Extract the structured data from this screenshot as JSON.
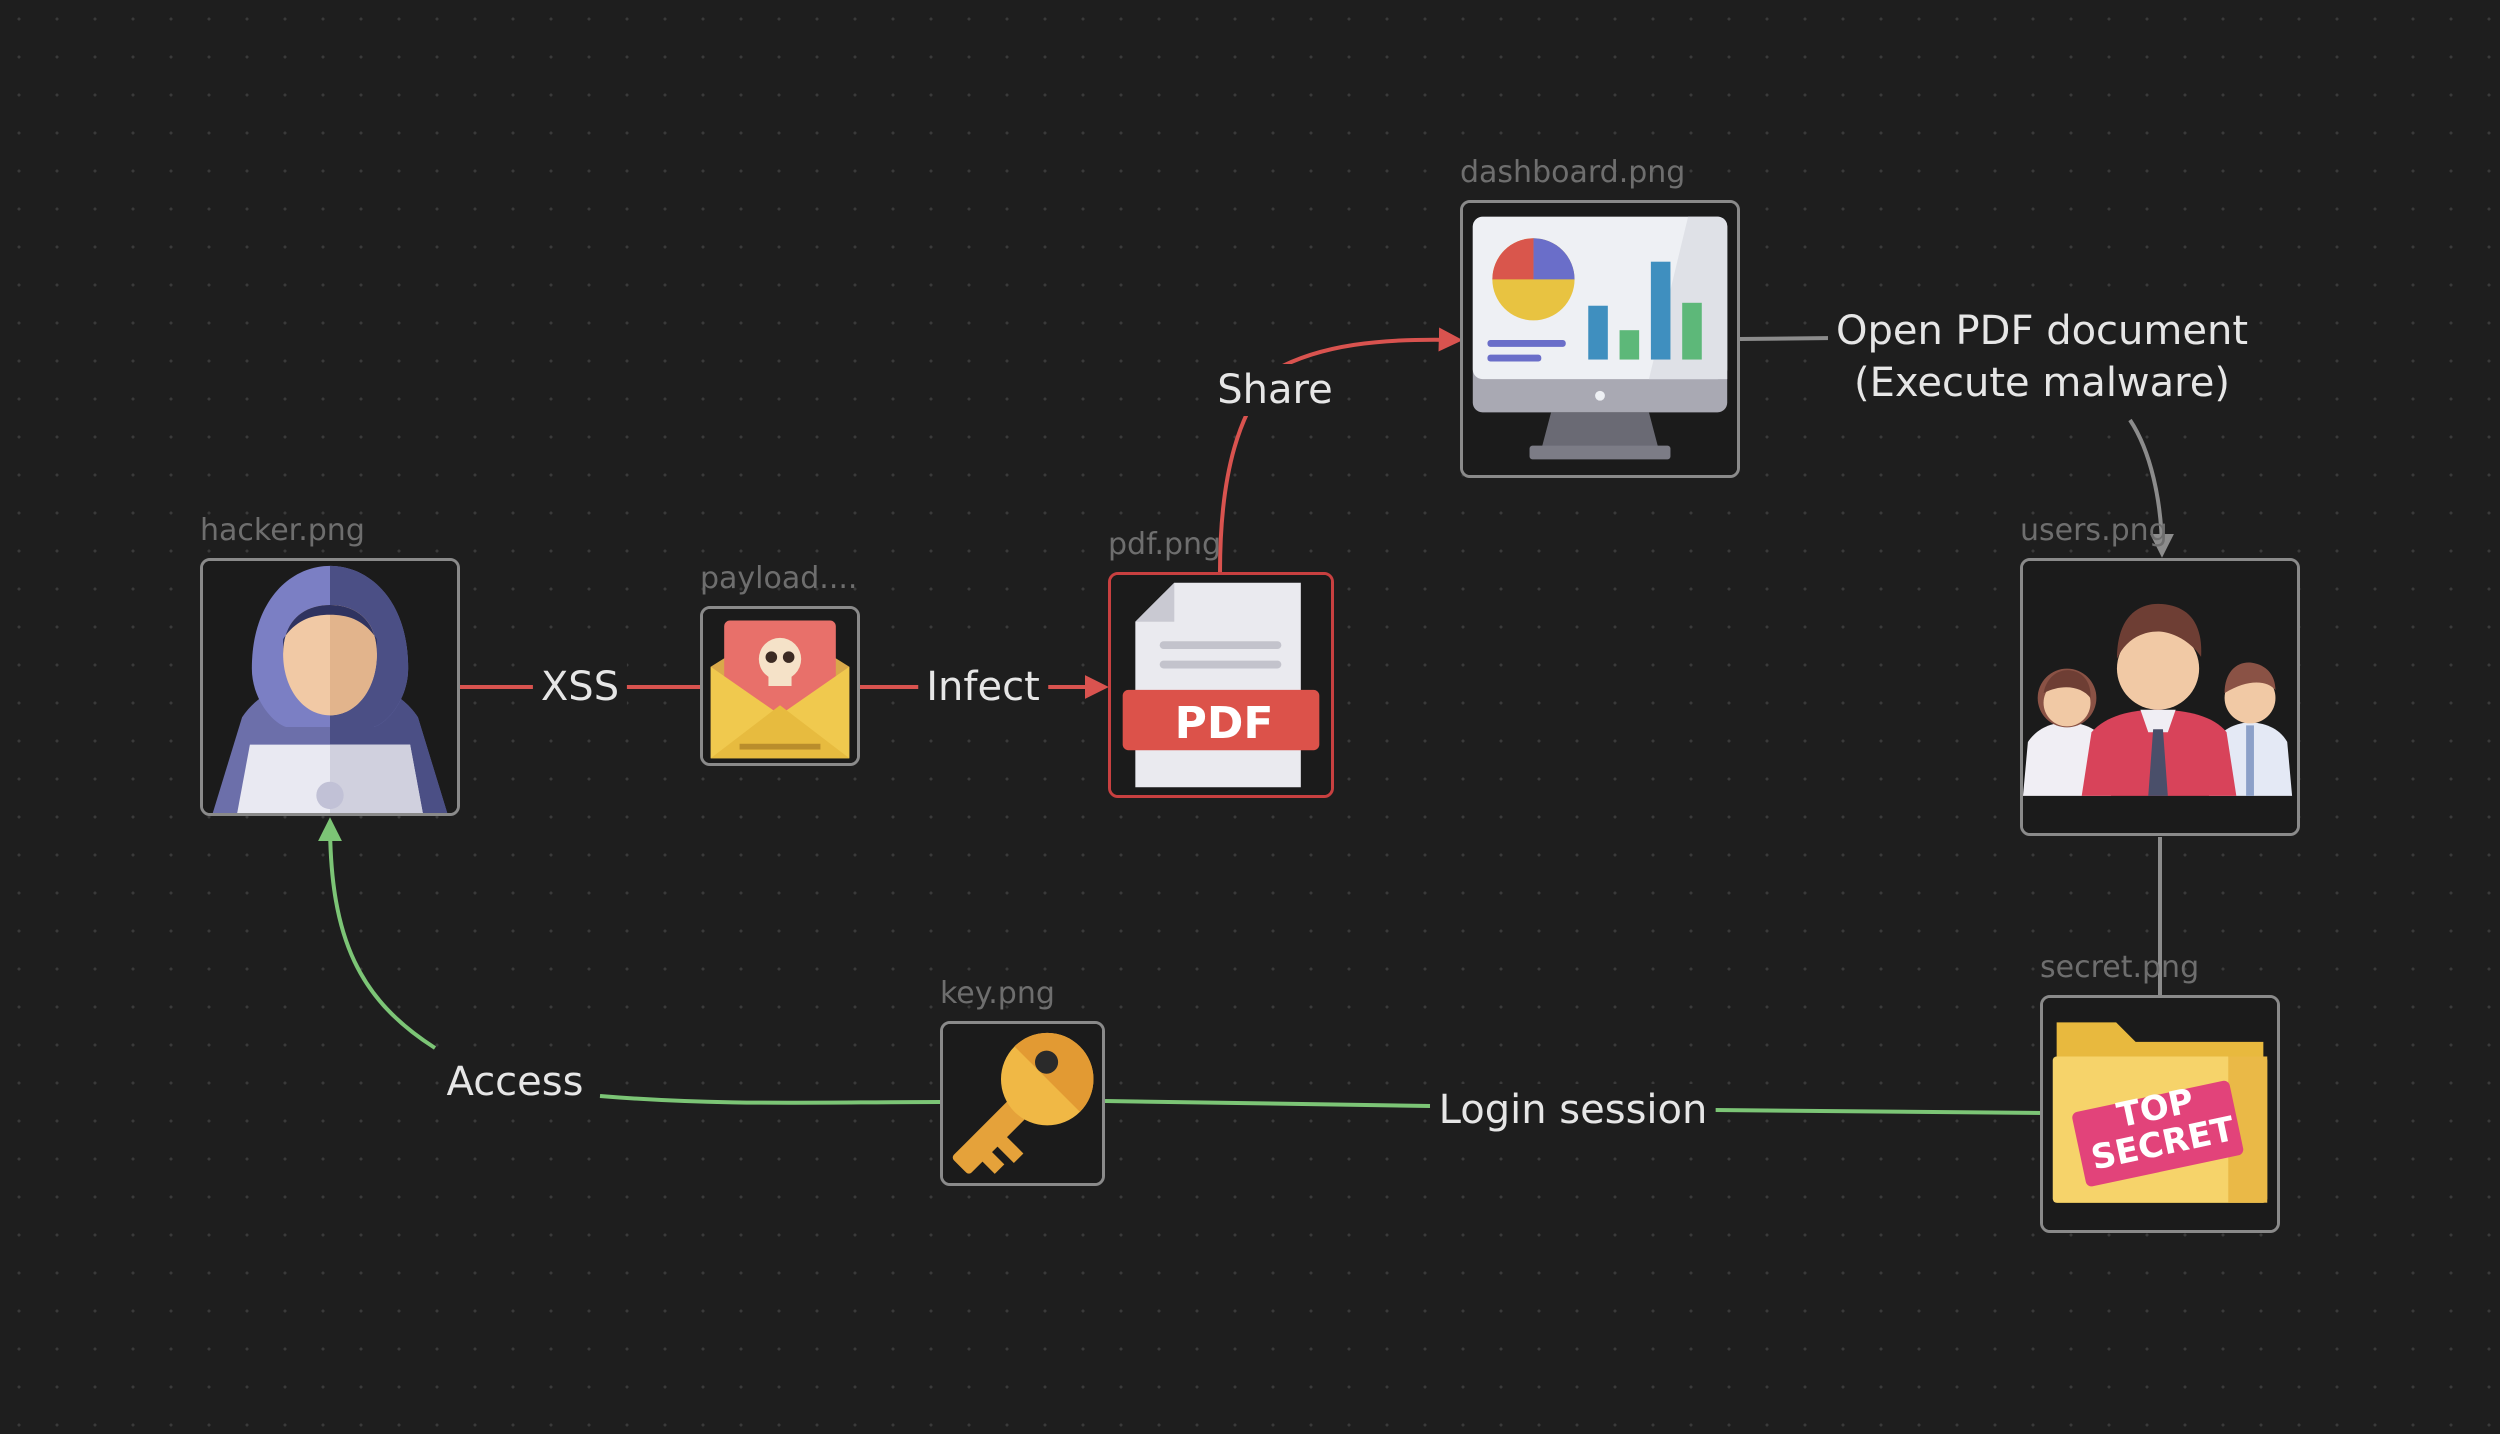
{
  "canvas": {
    "background": "#1e1e1e",
    "dot_color": "#3a3a3a"
  },
  "colors": {
    "attack_edge": "#d9534f",
    "flow_edge": "#8c8c8c",
    "exfil_edge": "#7cc576",
    "node_border": "#8a8a8a",
    "selected_border": "#c84040"
  },
  "nodes": {
    "hacker": {
      "caption": "hacker.png",
      "icon": "hacker-icon"
    },
    "payload": {
      "caption": "payload....",
      "icon": "malicious-email-icon"
    },
    "pdf": {
      "caption": "pdf.png",
      "icon": "pdf-document-icon",
      "badge": "PDF"
    },
    "dashboard": {
      "caption": "dashboard.png",
      "icon": "dashboard-monitor-icon"
    },
    "users": {
      "caption": "users.png",
      "icon": "users-group-icon"
    },
    "secret": {
      "caption": "secret.png",
      "icon": "top-secret-folder-icon",
      "stamp_line1": "TOP",
      "stamp_line2": "SECRET"
    },
    "key": {
      "caption": "key.png",
      "icon": "key-icon"
    }
  },
  "edges": {
    "xss": {
      "label": "XSS"
    },
    "infect": {
      "label": "Infect"
    },
    "share": {
      "label": "Share"
    },
    "open_pdf": {
      "label_line1": "Open PDF document",
      "label_line2": "(Execute malware)"
    },
    "login_session": {
      "label": "Login session"
    },
    "access": {
      "label": "Access"
    }
  }
}
